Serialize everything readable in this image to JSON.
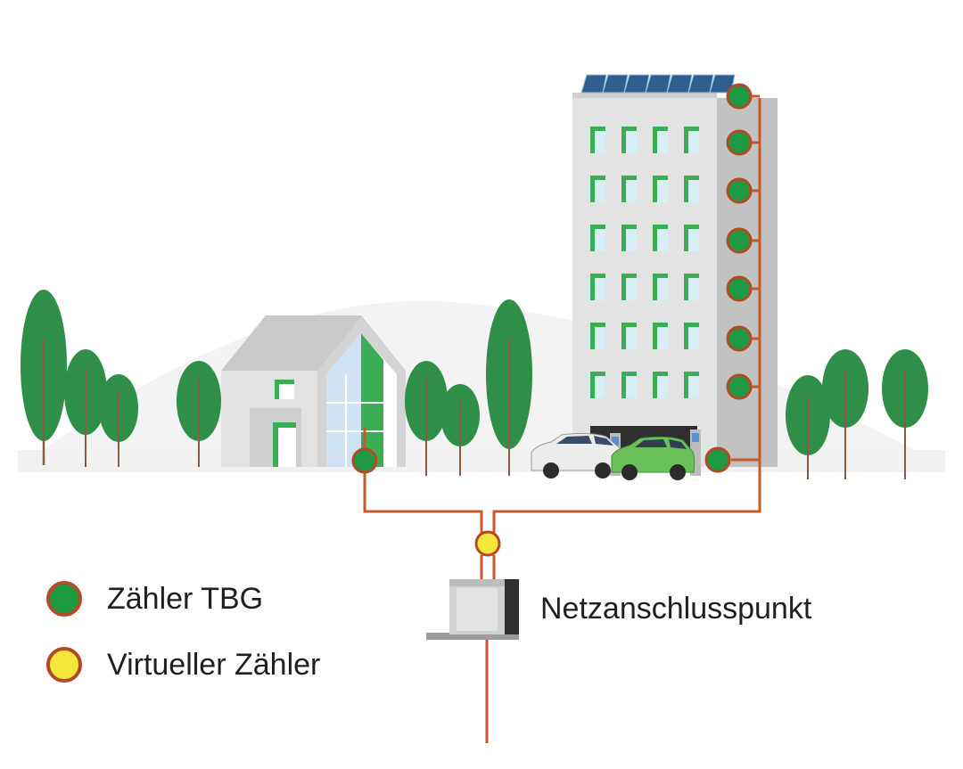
{
  "legend": {
    "items": [
      {
        "label": "Zähler TBG",
        "fill": "#1f9a44"
      },
      {
        "label": "Virtueller Zähler",
        "fill": "#f5e63a"
      }
    ]
  },
  "grid_connection": {
    "label": "Netzanschlusspunkt"
  },
  "colors": {
    "cable": "#c75a2a",
    "meter_outline": "#b24a26",
    "meter_tbg": "#1f9a44",
    "meter_virtual": "#f5e63a",
    "tree": "#2f8e47",
    "building": "#d9d9d9",
    "window_accent": "#3aad55"
  },
  "icons": [
    "tree-icon",
    "solar-panel-icon",
    "car-icon",
    "charging-station-icon",
    "meter-cabinet-icon"
  ]
}
